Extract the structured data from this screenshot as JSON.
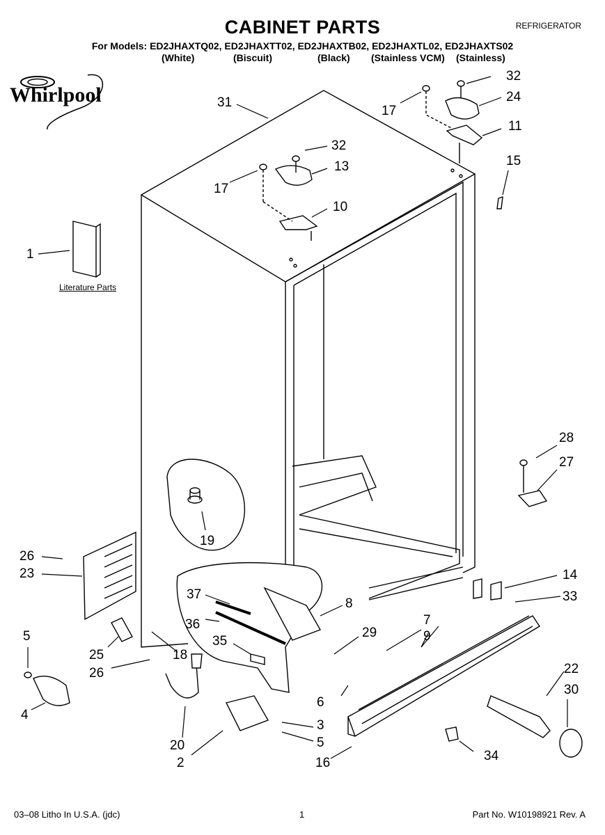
{
  "header": {
    "title": "CABINET PARTS",
    "category": "REFRIGERATOR",
    "models_line": "For Models: ED2JHAXTQ02, ED2JHAXTT02, ED2JHAXTB02, ED2JHAXTL02, ED2JHAXTS02",
    "variants": [
      "(White)",
      "(Biscuit)",
      "(Black)",
      "(Stainless VCM)",
      "(Stainless)"
    ]
  },
  "brand": "Whirlpool",
  "literature_label": "Literature Parts",
  "callouts": {
    "c1": "1",
    "c2": "2",
    "c3": "3",
    "c4": "4",
    "c5a": "5",
    "c5b": "5",
    "c6": "6",
    "c7": "7",
    "c8": "8",
    "c9": "9",
    "c10": "10",
    "c11": "11",
    "c13": "13",
    "c14": "14",
    "c15": "15",
    "c16": "16",
    "c17a": "17",
    "c17b": "17",
    "c18": "18",
    "c19": "19",
    "c20": "20",
    "c22": "22",
    "c23": "23",
    "c24": "24",
    "c25": "25",
    "c26a": "26",
    "c26b": "26",
    "c27": "27",
    "c28": "28",
    "c29": "29",
    "c30": "30",
    "c31": "31",
    "c32a": "32",
    "c32b": "32",
    "c33": "33",
    "c34": "34",
    "c35": "35",
    "c36": "36",
    "c37": "37"
  },
  "footer": {
    "left": "03–08 Litho In U.S.A. (jdc)",
    "page": "1",
    "right": "Part No. W10198921 Rev. A"
  }
}
